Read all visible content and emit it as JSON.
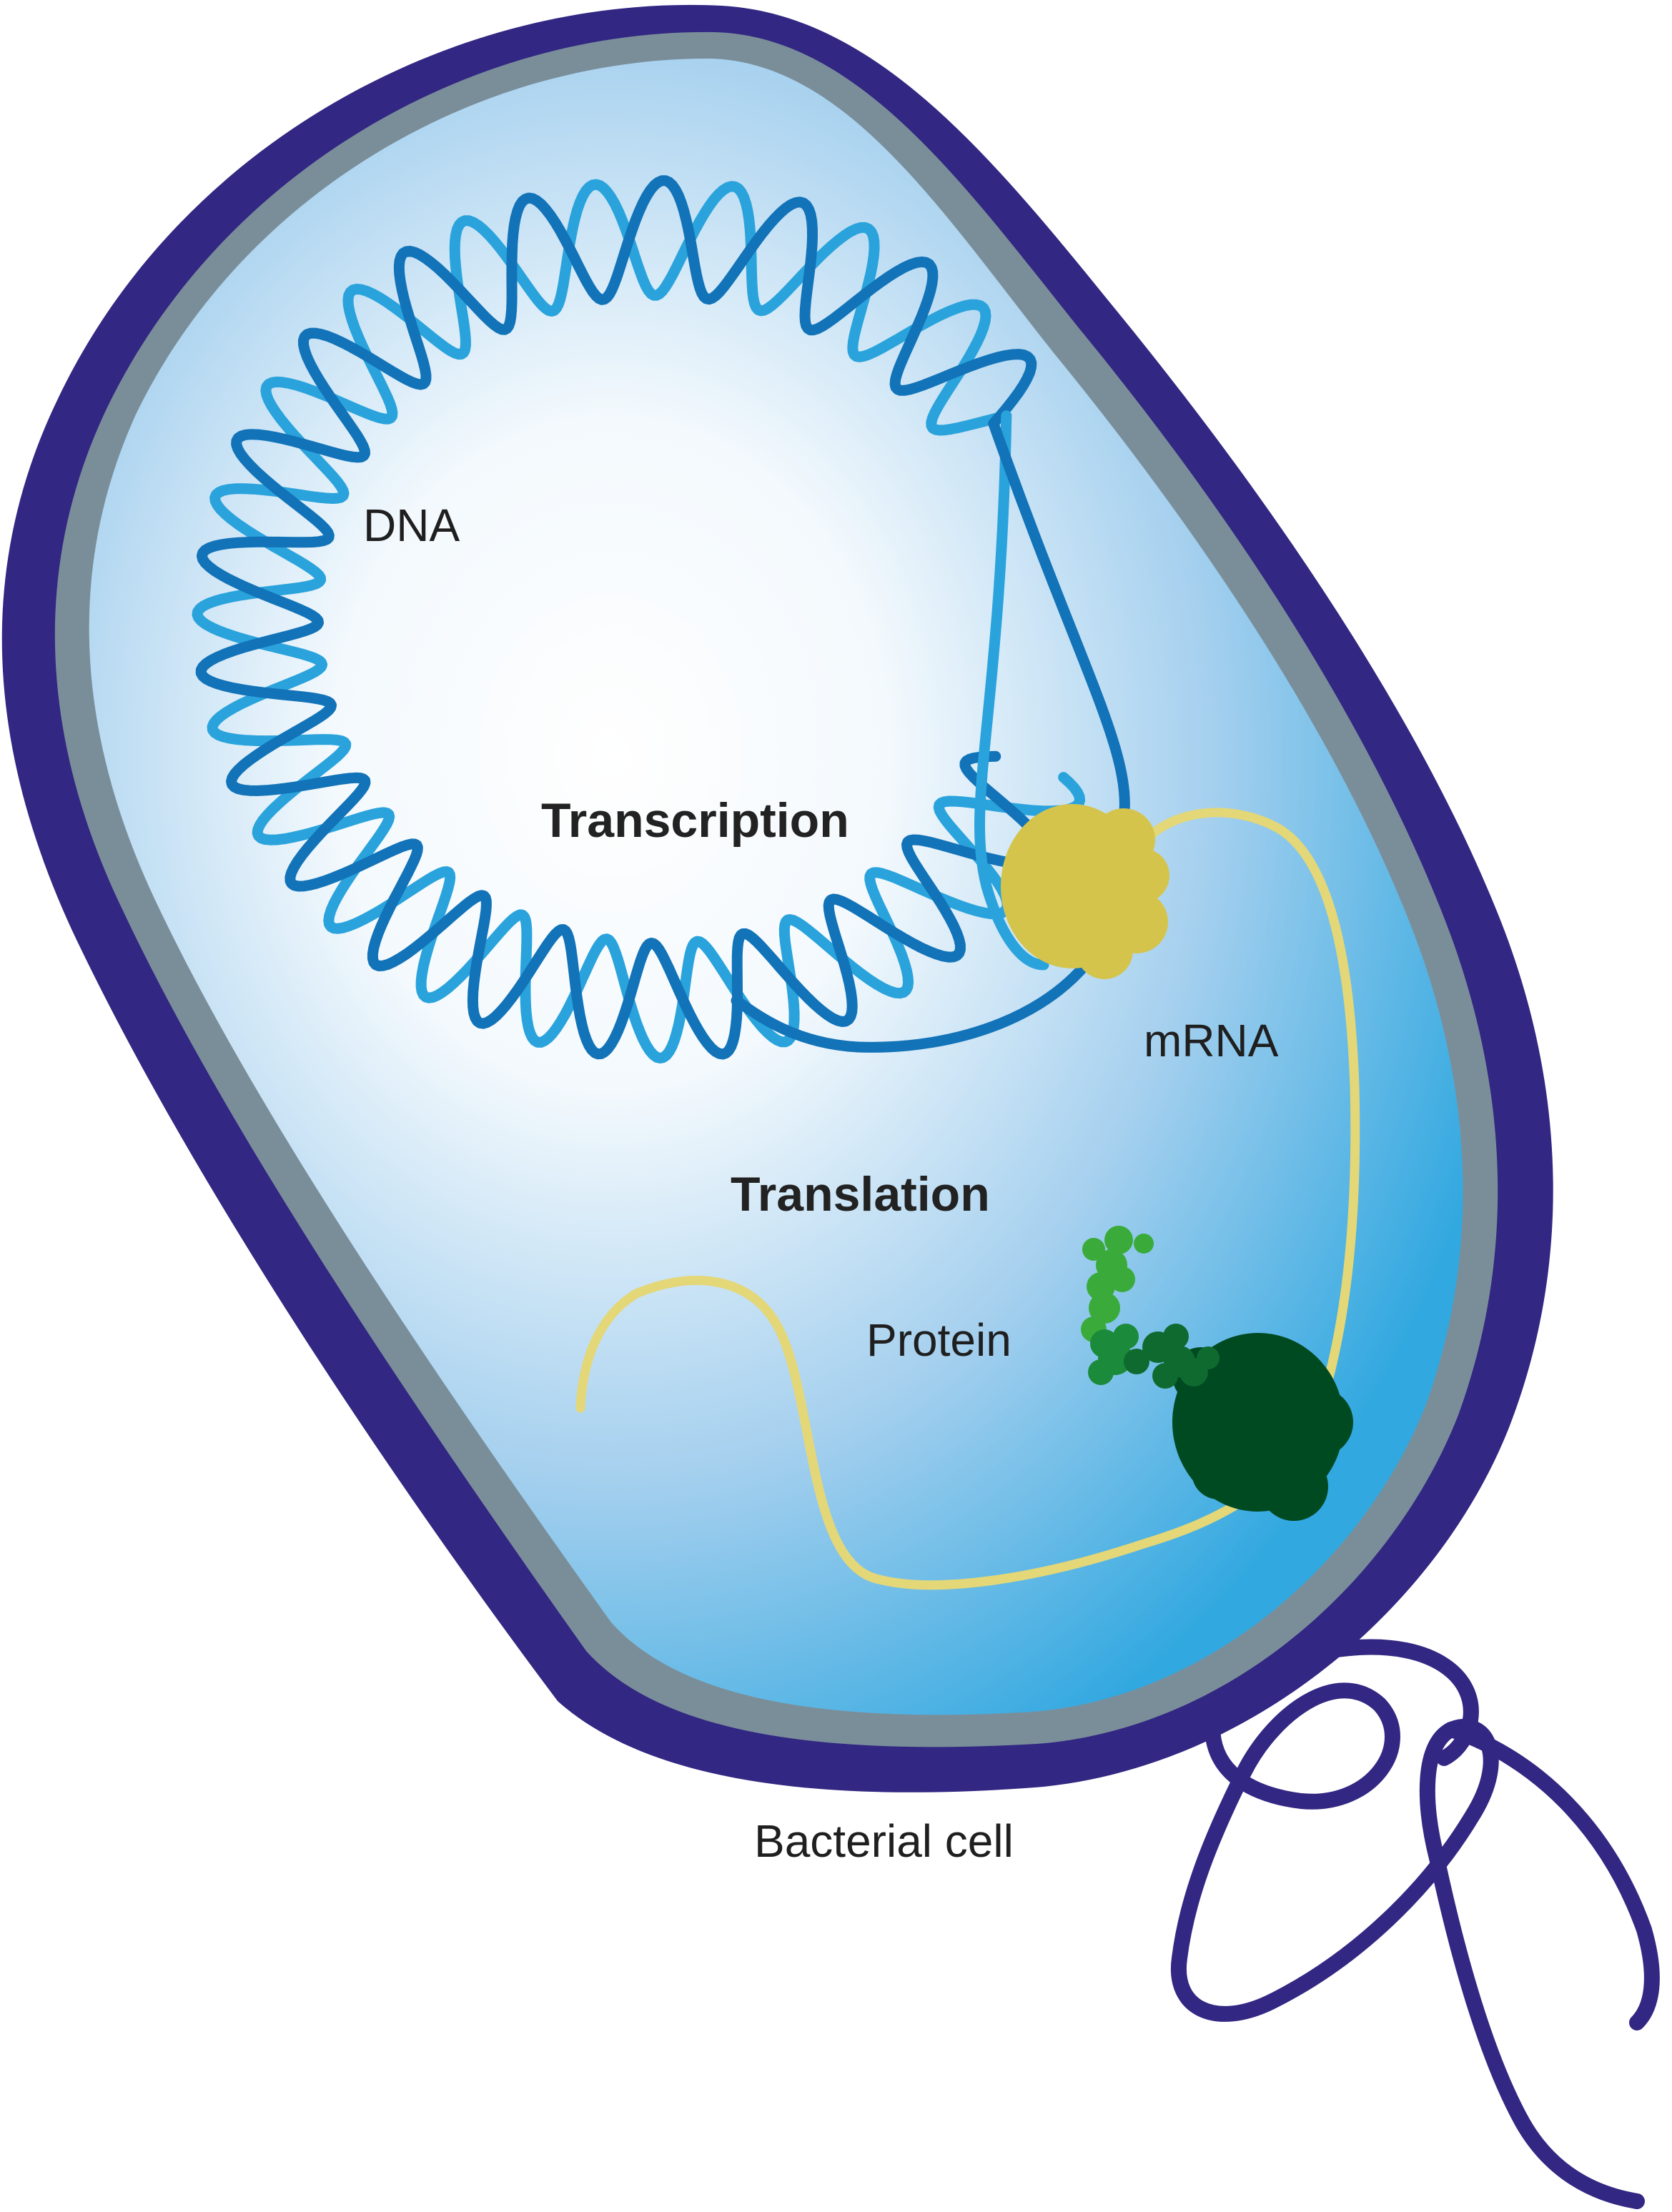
{
  "labels": {
    "dna": "DNA",
    "transcription": "Transcription",
    "mrna": "mRNA",
    "translation": "Translation",
    "protein": "Protein",
    "bacterial_cell": "Bacterial cell"
  },
  "colors": {
    "cell_wall": "#322782",
    "membrane": "#7a8e9a",
    "cytoplasm_center": "#ffffff",
    "cytoplasm_edge": "#31a8e0",
    "dna_strand_dark": "#1273b8",
    "dna_strand_light": "#2aa3dc",
    "rna_polymerase": "#d5c44c",
    "mrna": "#e3d778",
    "ribosome": "#004a22",
    "protein_light": "#3aab3a",
    "protein_mid": "#1b8a3a",
    "protein_dark": "#0e6a2e",
    "flagellum": "#322782"
  }
}
